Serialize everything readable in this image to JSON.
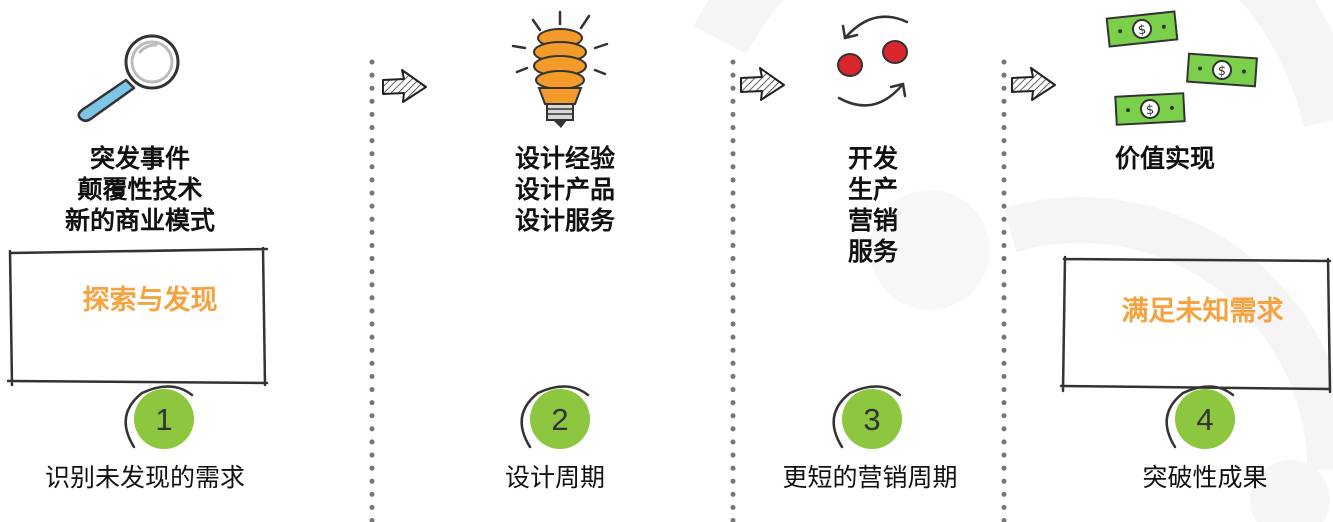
{
  "colors": {
    "accent_orange": "#f4a340",
    "circle_green": "#8dc63f",
    "bulb_orange": "#f29b2a",
    "money_green": "#7bd04b",
    "target_red": "#d9262b",
    "dots": "#777777"
  },
  "columns": [
    {
      "icon": "magnifier-icon",
      "lines": [
        "突发事件",
        "颠覆性技术",
        "新的商业模式"
      ],
      "box_label": "探索与发现",
      "number": "1",
      "caption": "识别未发现的需求"
    },
    {
      "icon": "lightbulb-icon",
      "lines": [
        "设计经验",
        "设计产品",
        "设计服务"
      ],
      "number": "2",
      "caption": "设计周期"
    },
    {
      "icon": "cycle-arrows-icon",
      "lines": [
        "开发",
        "生产",
        "营销",
        "服务"
      ],
      "number": "3",
      "caption": "更短的营销周期"
    },
    {
      "icon": "money-icon",
      "lines": [
        "价值实现"
      ],
      "box_label": "满足未知需求",
      "number": "4",
      "caption": "突破性成果"
    }
  ]
}
